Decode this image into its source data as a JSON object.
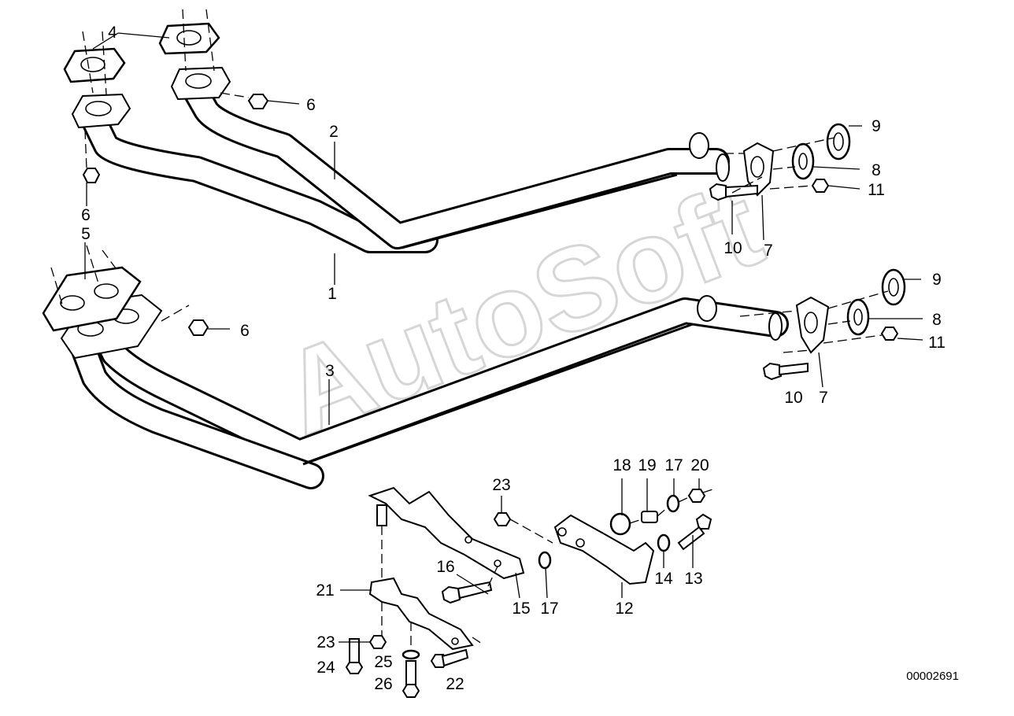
{
  "watermark": "AutoSoft",
  "document_id": "00002691",
  "callouts": [
    {
      "id": "c4",
      "text": "4"
    },
    {
      "id": "c6a",
      "text": "6"
    },
    {
      "id": "c2",
      "text": "2"
    },
    {
      "id": "c9a",
      "text": "9"
    },
    {
      "id": "c8a",
      "text": "8"
    },
    {
      "id": "c11a",
      "text": "11"
    },
    {
      "id": "c6b",
      "text": "6"
    },
    {
      "id": "c5",
      "text": "5"
    },
    {
      "id": "c10a",
      "text": "10"
    },
    {
      "id": "c7a",
      "text": "7"
    },
    {
      "id": "c1",
      "text": "1"
    },
    {
      "id": "c9b",
      "text": "9"
    },
    {
      "id": "c6c",
      "text": "6"
    },
    {
      "id": "c8b",
      "text": "8"
    },
    {
      "id": "c11b",
      "text": "11"
    },
    {
      "id": "c3",
      "text": "3"
    },
    {
      "id": "c10b",
      "text": "10"
    },
    {
      "id": "c7b",
      "text": "7"
    },
    {
      "id": "c18",
      "text": "18"
    },
    {
      "id": "c19",
      "text": "19"
    },
    {
      "id": "c17a",
      "text": "17"
    },
    {
      "id": "c20",
      "text": "20"
    },
    {
      "id": "c23a",
      "text": "23"
    },
    {
      "id": "c16",
      "text": "16"
    },
    {
      "id": "c14",
      "text": "14"
    },
    {
      "id": "c13",
      "text": "13"
    },
    {
      "id": "c21",
      "text": "21"
    },
    {
      "id": "c15",
      "text": "15"
    },
    {
      "id": "c17b",
      "text": "17"
    },
    {
      "id": "c12",
      "text": "12"
    },
    {
      "id": "c23b",
      "text": "23"
    },
    {
      "id": "c24",
      "text": "24"
    },
    {
      "id": "c25",
      "text": "25"
    },
    {
      "id": "c22",
      "text": "22"
    },
    {
      "id": "c26",
      "text": "26"
    }
  ]
}
